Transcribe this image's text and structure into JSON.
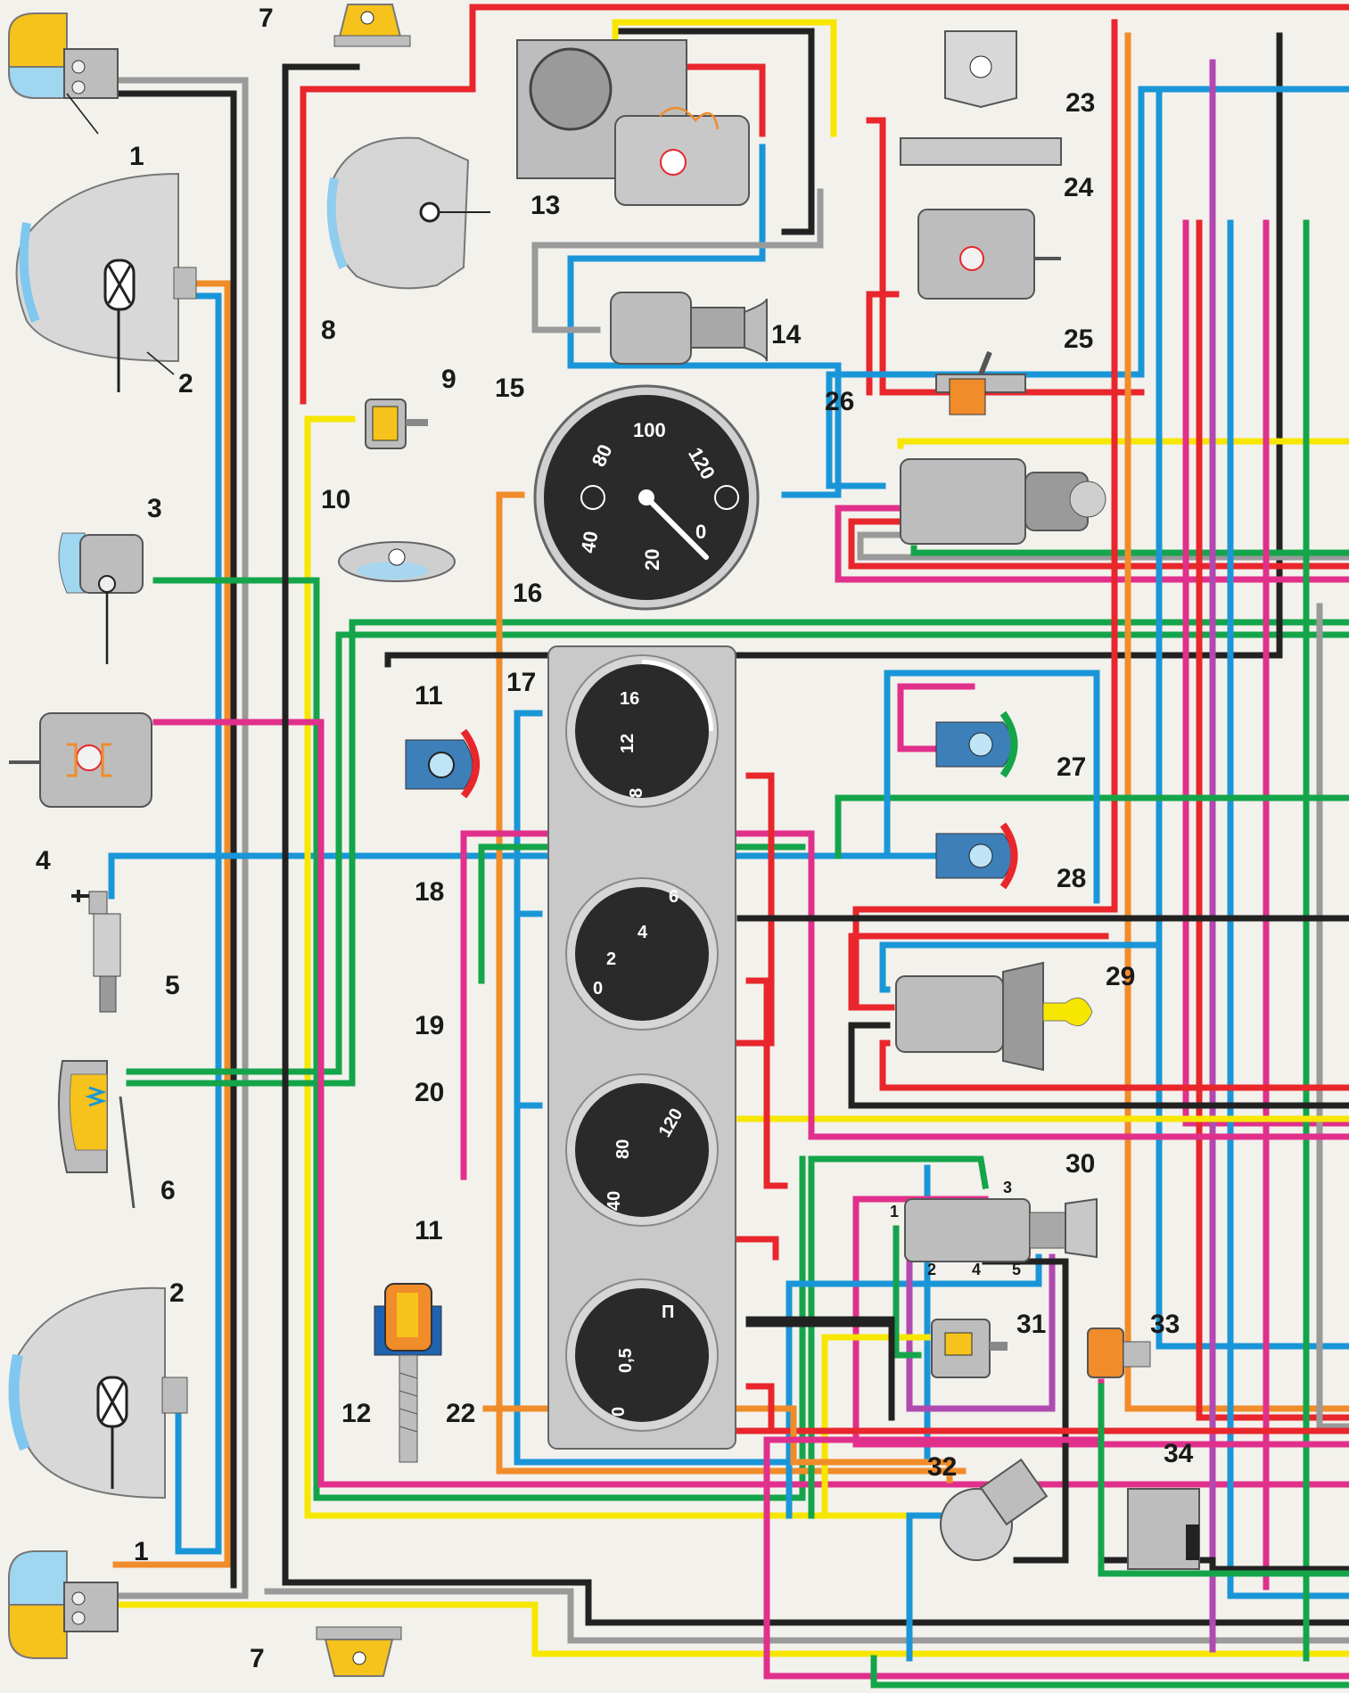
{
  "colors": {
    "red": "#e8262c",
    "blue": "#1a96d8",
    "green": "#14a54a",
    "yellow": "#f7e600",
    "orange": "#f08c2a",
    "pink": "#e0308c",
    "black": "#222222",
    "gray": "#9a9a9a",
    "violet": "#b04ab0",
    "dial": "#2a2a2a",
    "component": "#bdbdbd",
    "panel": "#c9c9c9",
    "lamp_yellow": "#f6c21c",
    "lamp_blue": "#9fd6f0"
  },
  "labels": {
    "c1a": "1",
    "c1b": "1",
    "c2a": "2",
    "c2b": "2",
    "c3": "3",
    "c4": "4",
    "c5": "5",
    "c6": "6",
    "c7a": "7",
    "c7b": "7",
    "c8": "8",
    "c9": "9",
    "c10": "10",
    "c11a": "11",
    "c11b": "11",
    "c12": "12",
    "c13": "13",
    "c14": "14",
    "c15": "15",
    "c16": "16",
    "c17": "17",
    "c18": "18",
    "c19": "19",
    "c20": "20",
    "c22": "22",
    "c23": "23",
    "c24": "24",
    "c25": "25",
    "c26": "26",
    "c27": "27",
    "c28": "28",
    "c29": "29",
    "c30": "30",
    "c31": "31",
    "c32": "32",
    "c33": "33",
    "c34": "34"
  },
  "speedometer": {
    "marks": [
      "0",
      "20",
      "40",
      "80",
      "100",
      "120"
    ]
  },
  "voltmeter": {
    "marks": [
      "8",
      "12",
      "16"
    ]
  },
  "oil_gauge": {
    "marks": [
      "0",
      "2",
      "4",
      "6"
    ]
  },
  "temp_gauge": {
    "marks": [
      "40",
      "80",
      "120"
    ]
  },
  "fuel_gauge": {
    "marks": [
      "0",
      "0,5",
      "П"
    ]
  },
  "switch30": {
    "pins": [
      "1",
      "2",
      "3",
      "4",
      "5"
    ]
  }
}
